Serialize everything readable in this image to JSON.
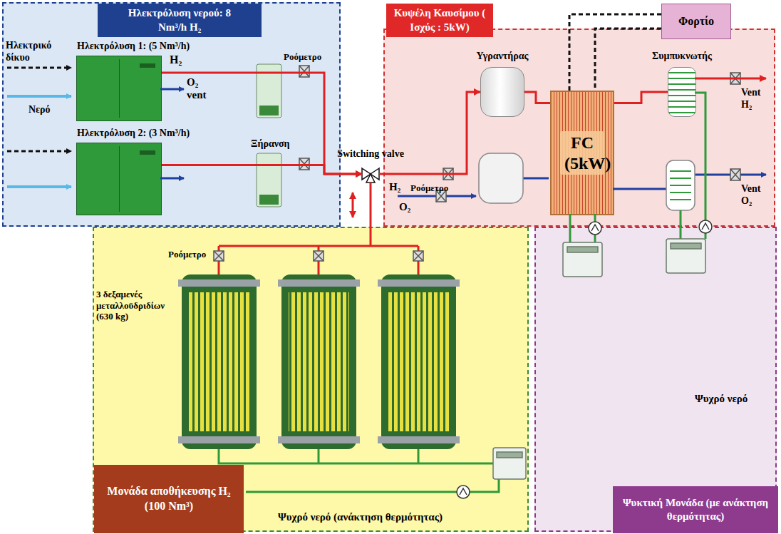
{
  "diagram": {
    "nodes": [
      {
        "text": [
          "Ηλεκτρόλυση νερού: 8 Nm³/h H₂"
        ]
      },
      {
        "text": [
          "Ηλεκτρόλυση 1: (5 Nm³/h)"
        ],
        "in": 0
      },
      {
        "text": [
          "Ηλεκτρόλυση 2: (3 Nm³/h)"
        ],
        "in": 0
      },
      {
        "text": [
          "Switching valve"
        ]
      },
      {
        "text": [
          "Κυψέλη Καυσίμου ( Ισχύς : 5kW)"
        ]
      },
      {
        "text": [
          "Υγραντήρας"
        ],
        "in": 4
      },
      {
        "text": [
          "FC (5kW)"
        ],
        "in": 4
      },
      {
        "text": [
          "Συμπυκνωτής"
        ],
        "in": 4
      },
      {
        "text": [
          "Φορτίο"
        ]
      },
      {
        "text": [
          "Μονάδα αποθήκευσης H₂ (100 Nm³)"
        ]
      },
      {
        "text": [
          "Ψυκτική Μονάδα (με ανάκτηση θερμότητας)"
        ]
      }
    ],
    "edges": [
      {
        "from": 1,
        "to": 3,
        "arrow": "to"
      },
      {
        "from": 2,
        "to": 3,
        "arrow": "to"
      },
      {
        "from": 3,
        "to": 5,
        "arrow": "to"
      },
      {
        "from": 3,
        "to": 9,
        "arrow": "none"
      },
      {
        "from": 5,
        "to": 6,
        "arrow": "none"
      },
      {
        "from": 6,
        "to": 7,
        "arrow": "none"
      },
      {
        "from": 8,
        "to": 6,
        "arrow": "none"
      },
      {
        "from": 8,
        "to": 6,
        "arrow": "none"
      }
    ],
    "labels": [
      "Ηλεκτρικό δίκυο",
      "Νερό",
      "H₂",
      "O₂ vent",
      "Ροόμετρο",
      "Ξήρανση",
      "H₂",
      "Ροόμετρο",
      "O₂",
      "Vent H₂",
      "Vent O₂",
      "3 δεξαμενές μεταλλοϋδριδίων (630 kg)",
      "Ροόμετρο",
      "Ψυχρό νερό",
      "Ψυχρό νερό (ανάκτηση θερμότητας)"
    ]
  }
}
